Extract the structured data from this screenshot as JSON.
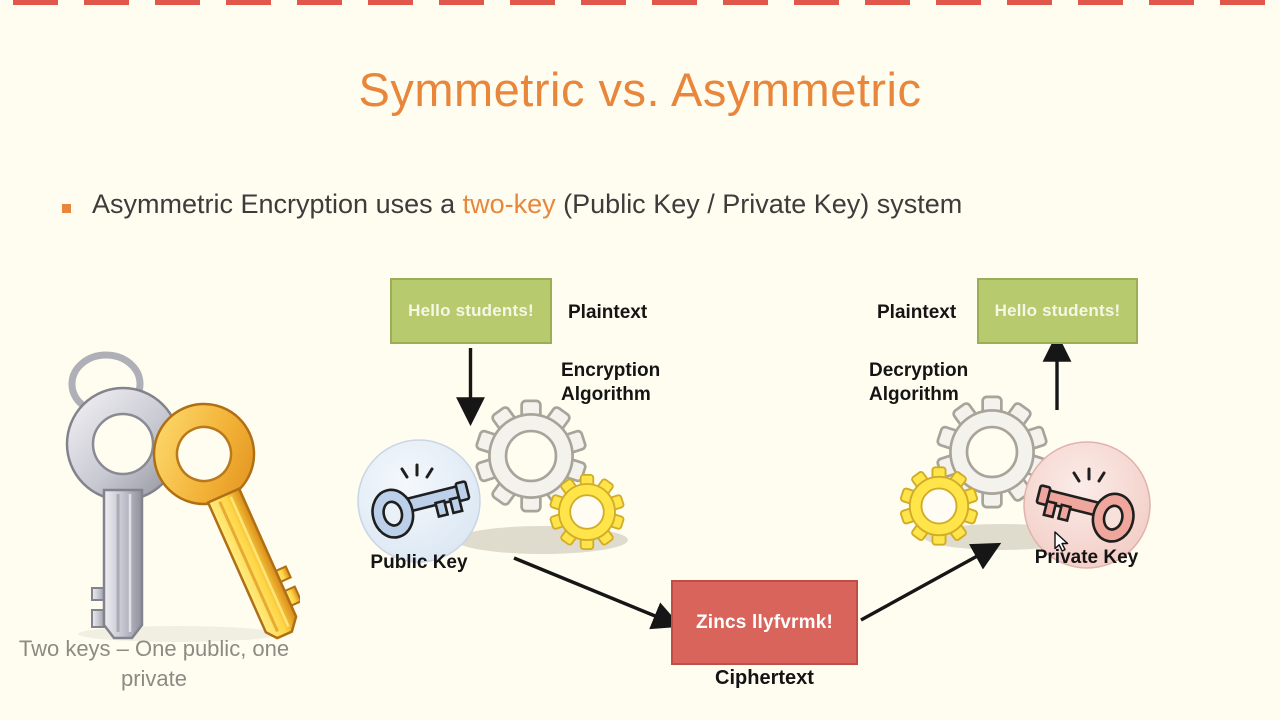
{
  "page": {
    "background": "#FFFDF0",
    "accent": "#E8873C",
    "top_dash_color": "#E2574C"
  },
  "title": {
    "text": "Symmetric vs. Asymmetric"
  },
  "bullet": {
    "pre": "Asymmetric Encryption uses a ",
    "highlight": "two-key",
    "post": " (Public Key / Private Key) system"
  },
  "left_figure": {
    "caption_line1": "Two keys – One public, one",
    "caption_line2": "private"
  },
  "flow": {
    "plaintext_left": {
      "box_text": "Hello students!",
      "label": "Plaintext",
      "box_fill": "#B7CA6E",
      "box_border": "#9CAE55"
    },
    "encryption": {
      "line1": "Encryption",
      "line2": "Algorithm"
    },
    "public_key": {
      "label": "Public Key"
    },
    "ciphertext": {
      "box_text": "Zincs llyfvrmk!",
      "label": "Ciphertext",
      "box_fill": "#D8645B",
      "box_border": "#C04E47"
    },
    "decryption": {
      "line1": "Decryption",
      "line2": "Algorithm"
    },
    "private_key": {
      "label": "Private Key"
    },
    "plaintext_right": {
      "box_text": "Hello students!",
      "label": "Plaintext",
      "box_fill": "#B7CA6E",
      "box_border": "#9CAE55"
    }
  }
}
